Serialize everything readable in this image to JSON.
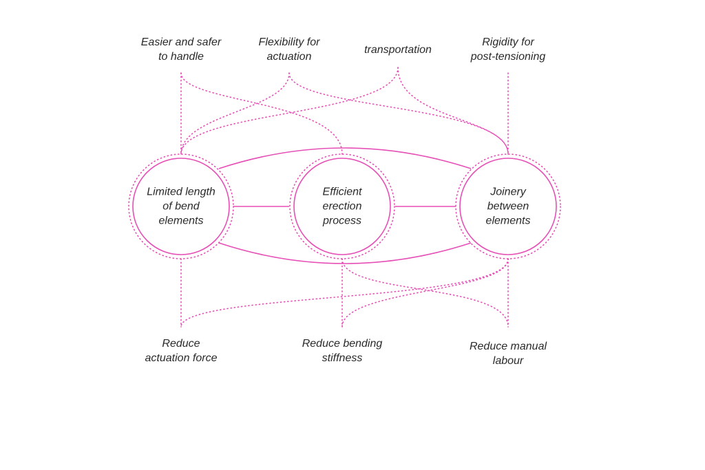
{
  "colors": {
    "accent": "#e64fb5",
    "text": "#2a2a2a"
  },
  "nodes": [
    {
      "id": "limited",
      "lines": [
        "Limited length",
        "of bend",
        "elements"
      ]
    },
    {
      "id": "erection",
      "lines": [
        "Efficient",
        "erection",
        "process"
      ]
    },
    {
      "id": "joinery",
      "lines": [
        "Joinery",
        "between",
        "elements"
      ]
    }
  ],
  "top_labels": [
    {
      "id": "easier",
      "lines": [
        "Easier and safer",
        "to handle"
      ]
    },
    {
      "id": "flexibility",
      "lines": [
        "Flexibility for",
        "actuation"
      ]
    },
    {
      "id": "transport",
      "lines": [
        "transportation"
      ]
    },
    {
      "id": "rigidity",
      "lines": [
        "Rigidity for",
        "post-tensioning"
      ]
    }
  ],
  "bottom_labels": [
    {
      "id": "force",
      "lines": [
        "Reduce",
        "actuation force"
      ]
    },
    {
      "id": "stiffness",
      "lines": [
        "Reduce bending",
        "stiffness"
      ]
    },
    {
      "id": "labour",
      "lines": [
        "Reduce manual",
        "labour"
      ]
    }
  ]
}
